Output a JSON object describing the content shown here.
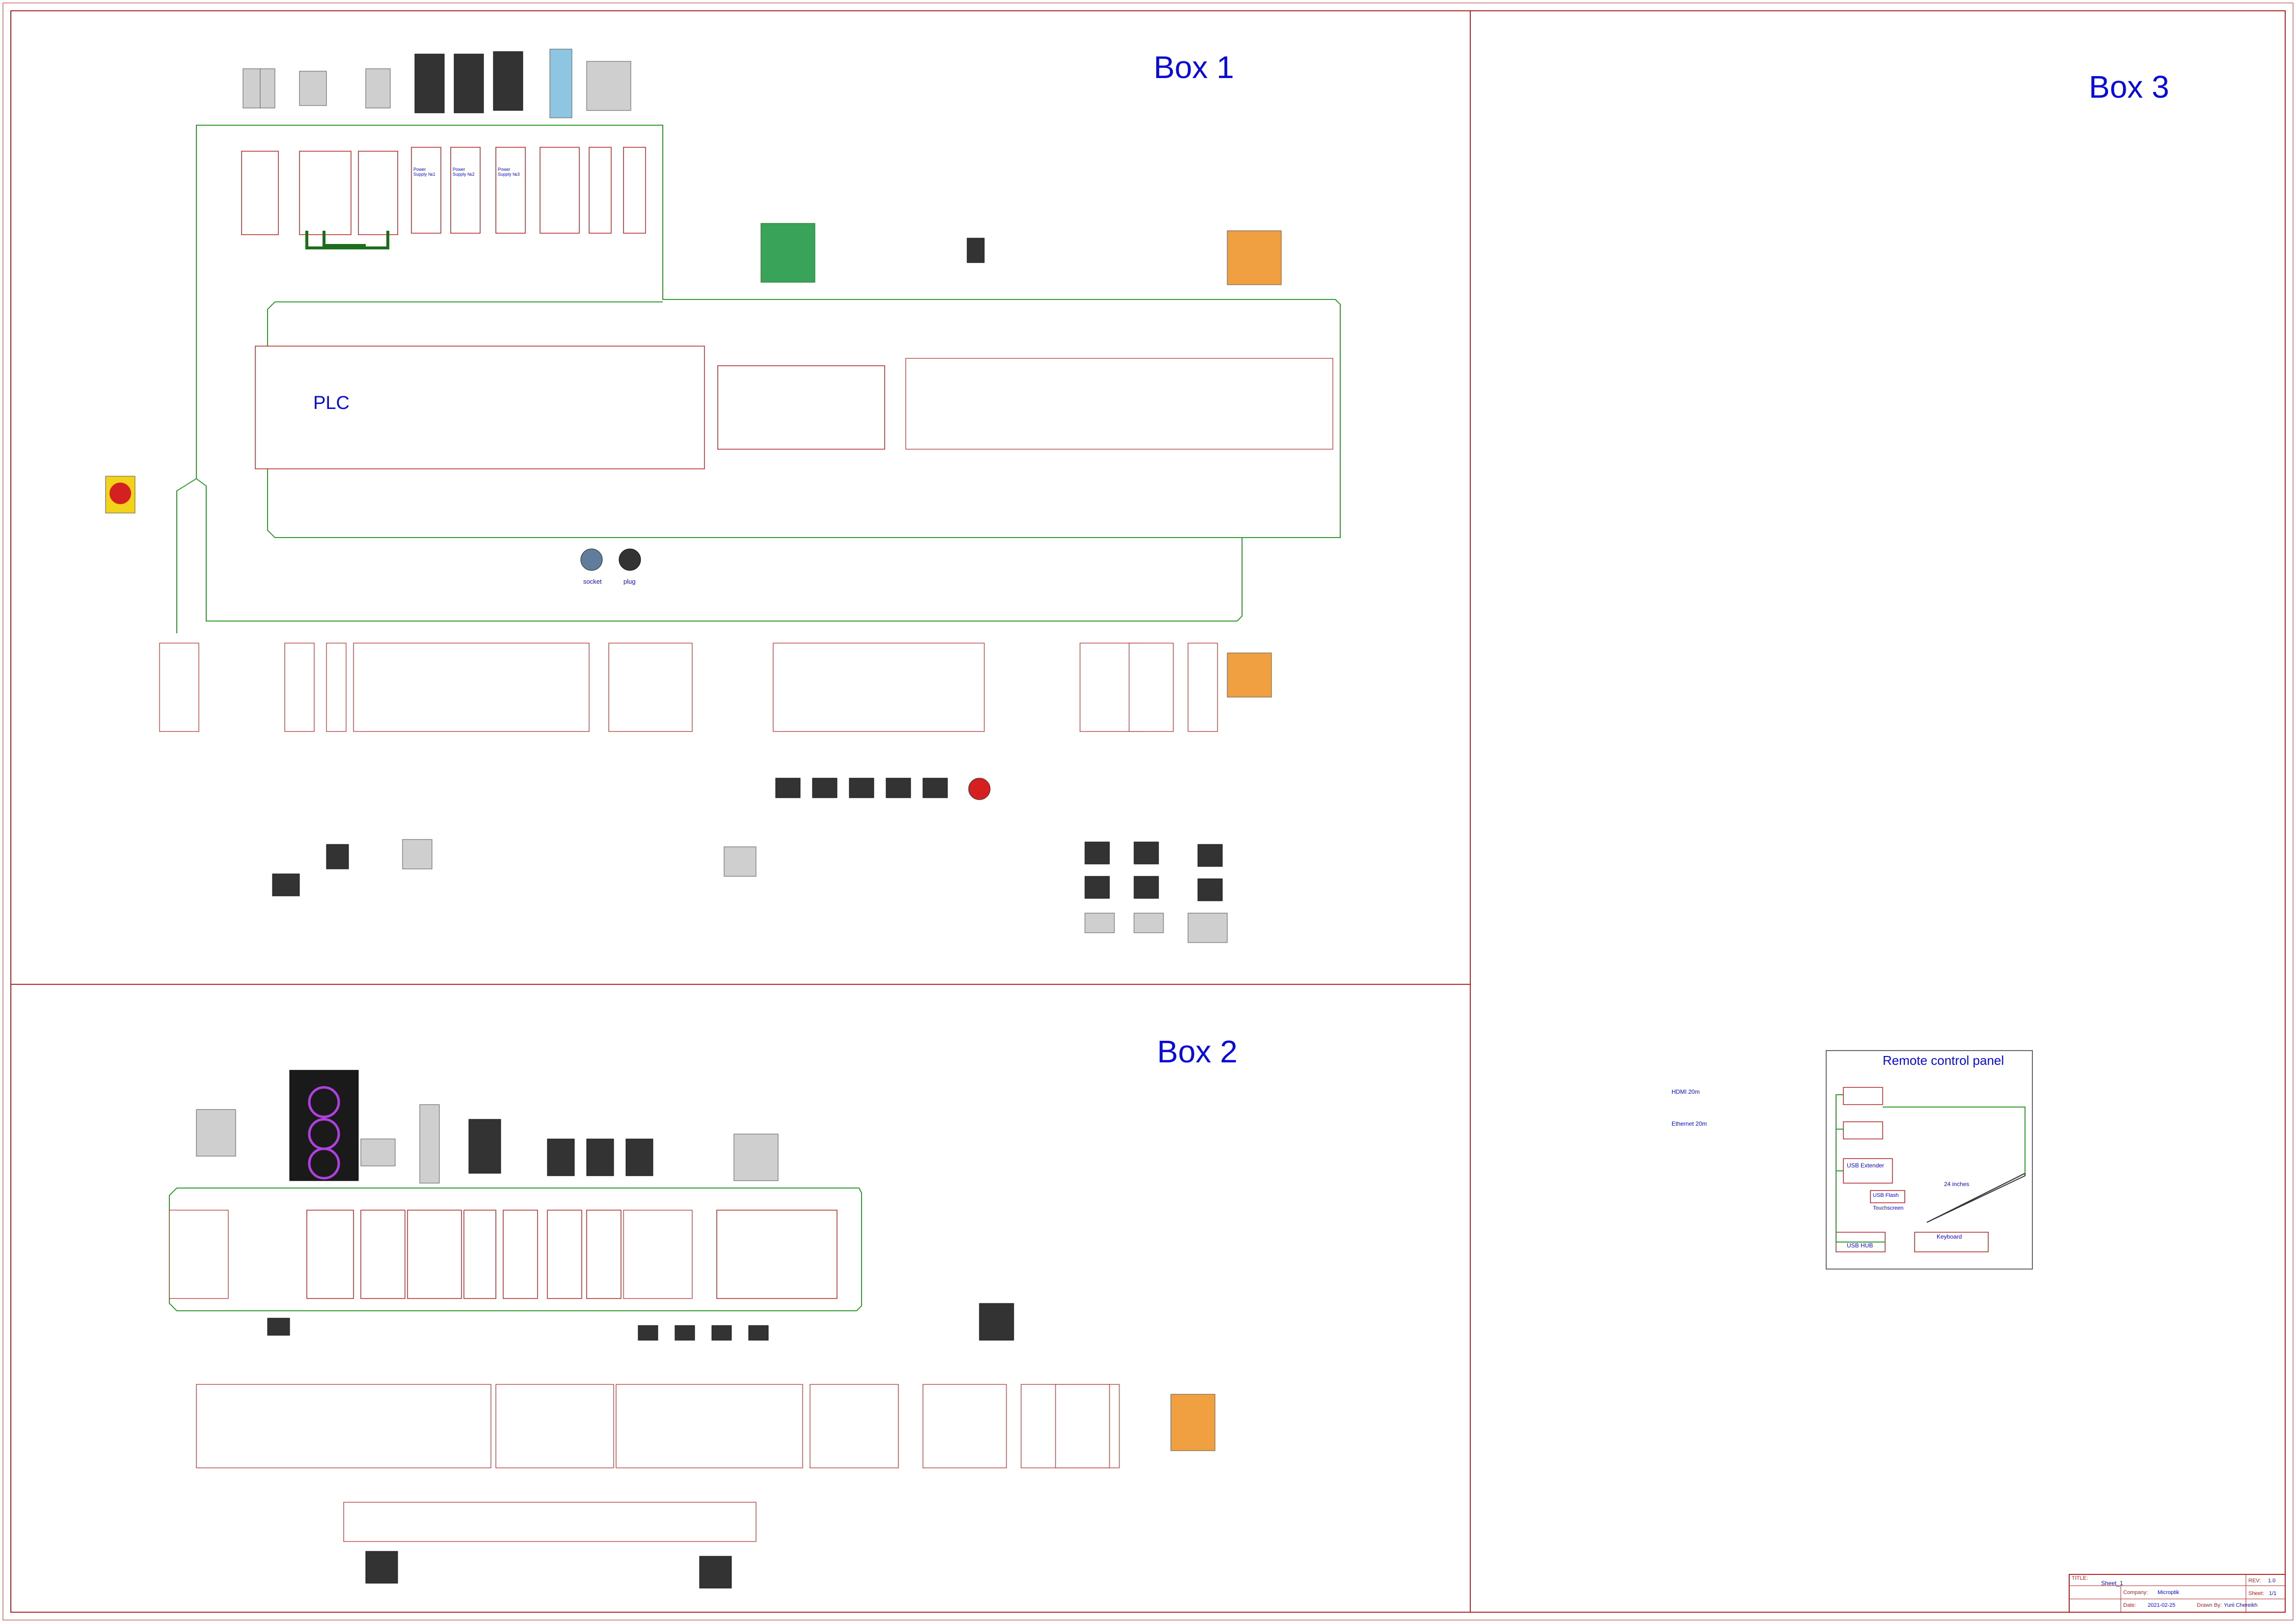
{
  "boxes": {
    "box1": "Box 1",
    "box2": "Box 2",
    "box3": "Box 3"
  },
  "plc": {
    "title": "PLC"
  },
  "connectors": {
    "socket": "socket",
    "plug": "plug"
  },
  "cables": {
    "hdmi": "HDMI 20m",
    "ethernet": "Ethernet 20m"
  },
  "remote_panel": {
    "title": "Remote control panel",
    "usb_extender": "USB Extender",
    "usb_hub": "USB HUB",
    "usb_flash": "USB Flash",
    "touchscreen": "Touchscreen",
    "screen": "24 inches",
    "keyboard": "Keyboard"
  },
  "power_supplies": [
    "Power Supply №1",
    "Power Supply №2",
    "Power Supply №3"
  ],
  "title_block": {
    "title_label": "TITLE:",
    "title": "Sheet_1",
    "rev_label": "REV:",
    "rev": "1.0",
    "company_label": "Company:",
    "company": "Microptik",
    "sheet_label": "Sheet:",
    "sheet": "1/1",
    "date_label": "Date:",
    "date": "2021-02-25",
    "drawn_label": "Drawn By:",
    "drawn": "Yurii Chereikh"
  },
  "colors": {
    "frame": "#b22222",
    "wire": "#2e9a2e",
    "label": "#0a0ad8"
  }
}
